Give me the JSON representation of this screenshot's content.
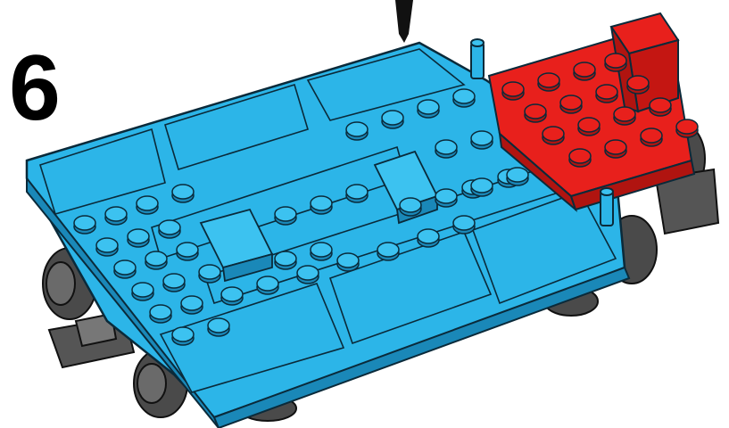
{
  "step": {
    "number": "6"
  },
  "colors": {
    "base_plate": "#2cb5e8",
    "plate_edge": "#1a88b8",
    "outline": "#0a2a3a",
    "stud_top": "#3cc2f0",
    "red_bricks": "#e8201c",
    "red_dark": "#b01410",
    "wheels": "#5a5a5a",
    "wheels_dark": "#333333",
    "arrow": "#111111"
  },
  "parts": {
    "base": "blue-plate",
    "added": "red-bricks",
    "wheels": "grey-wheelsets",
    "arrow": "down-arrow"
  }
}
